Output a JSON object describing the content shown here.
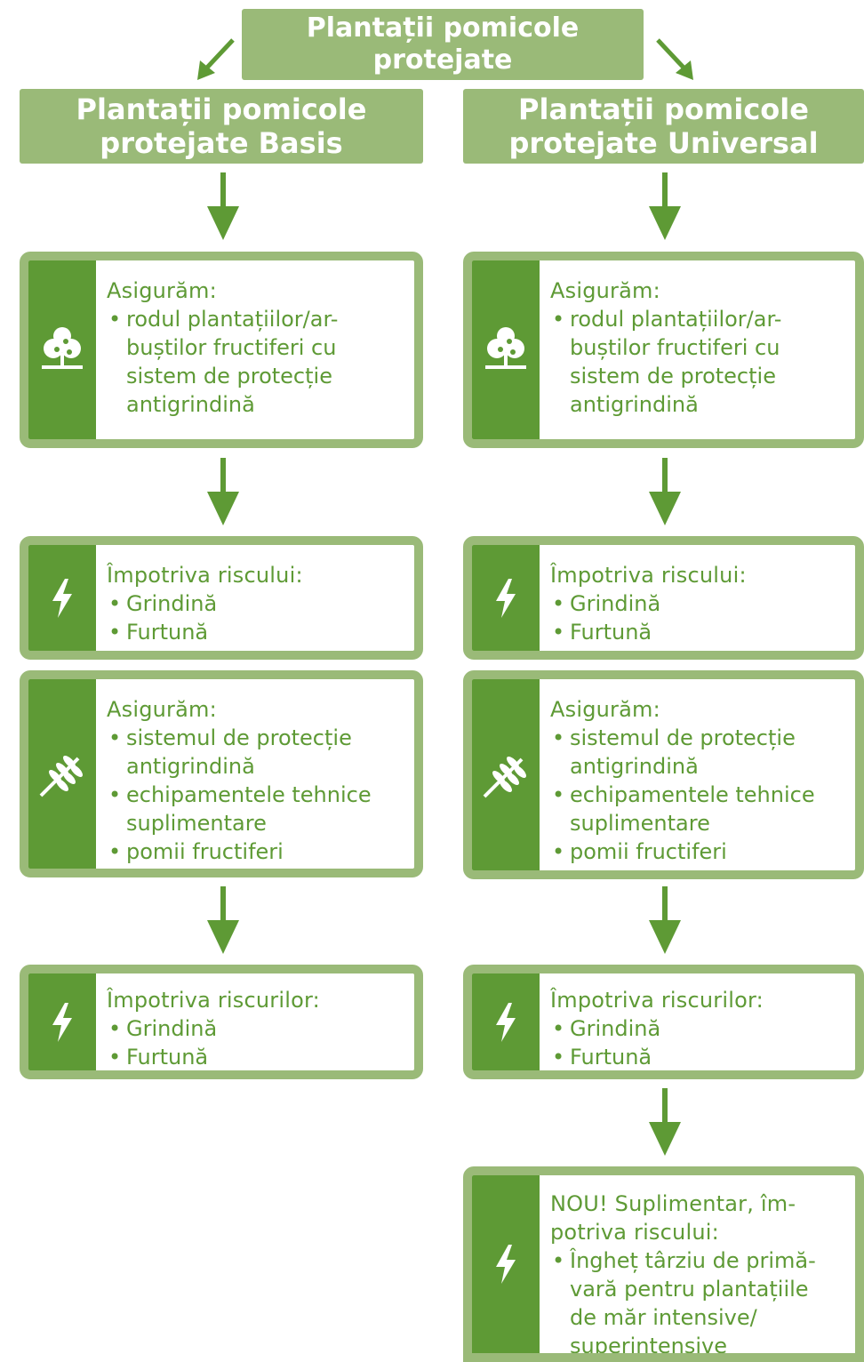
{
  "colors": {
    "header_bg": "#9aba78",
    "frame": "#9aba78",
    "side_bar": "#5e9a35",
    "text": "#5e9a35",
    "arrow": "#5e9a35"
  },
  "top": {
    "line1": "Plantații pomicole",
    "line2": "protejate"
  },
  "columns": [
    {
      "header": {
        "line1": "Plantații pomicole",
        "line2": "protejate Basis"
      },
      "boxes": [
        {
          "icon": "tree-icon",
          "title": "Asigurăm:",
          "items": [
            {
              "lines": [
                "rodul plantațiilor/ar-",
                "buștilor fructiferi cu",
                "sistem de protecție",
                "antigrindină"
              ]
            }
          ]
        },
        {
          "icon": "lightning-icon",
          "title": "Împotriva riscului:",
          "items": [
            {
              "lines": [
                "Grindină"
              ]
            },
            {
              "lines": [
                "Furtună"
              ]
            }
          ]
        },
        {
          "icon": "wheat-icon",
          "title": "Asigurăm:",
          "items": [
            {
              "lines": [
                "sistemul de protecție",
                "antigrindină"
              ]
            },
            {
              "lines": [
                "echipamentele tehnice",
                "suplimentare"
              ]
            },
            {
              "lines": [
                "pomii fructiferi"
              ]
            }
          ]
        },
        {
          "icon": "lightning-icon",
          "title": "Împotriva riscurilor:",
          "items": [
            {
              "lines": [
                "Grindină"
              ]
            },
            {
              "lines": [
                "Furtună"
              ]
            }
          ]
        }
      ]
    },
    {
      "header": {
        "line1": "Plantații pomicole",
        "line2": "protejate Universal"
      },
      "boxes": [
        {
          "icon": "tree-icon",
          "title": "Asigurăm:",
          "items": [
            {
              "lines": [
                "rodul plantațiilor/ar-",
                "buștilor fructiferi cu",
                "sistem de protecție",
                "antigrindină"
              ]
            }
          ]
        },
        {
          "icon": "lightning-icon",
          "title": "Împotriva riscului:",
          "items": [
            {
              "lines": [
                "Grindină"
              ]
            },
            {
              "lines": [
                "Furtună"
              ]
            }
          ]
        },
        {
          "icon": "wheat-icon",
          "title": "Asigurăm:",
          "items": [
            {
              "lines": [
                "sistemul de protecție",
                "antigrindină"
              ]
            },
            {
              "lines": [
                "echipamentele tehnice",
                "suplimentare"
              ]
            },
            {
              "lines": [
                "pomii fructiferi"
              ]
            }
          ]
        },
        {
          "icon": "lightning-icon",
          "title": "Împotriva riscurilor:",
          "items": [
            {
              "lines": [
                "Grindină"
              ]
            },
            {
              "lines": [
                "Furtună"
              ]
            }
          ]
        },
        {
          "icon": "lightning-icon",
          "title_lines": [
            "NOU! Suplimentar, îm-",
            "potriva riscului:"
          ],
          "items": [
            {
              "lines": [
                "Îngheț târziu de primă-",
                "vară pentru plantațiile",
                "de măr intensive/",
                "superintensive"
              ]
            }
          ]
        }
      ]
    }
  ]
}
